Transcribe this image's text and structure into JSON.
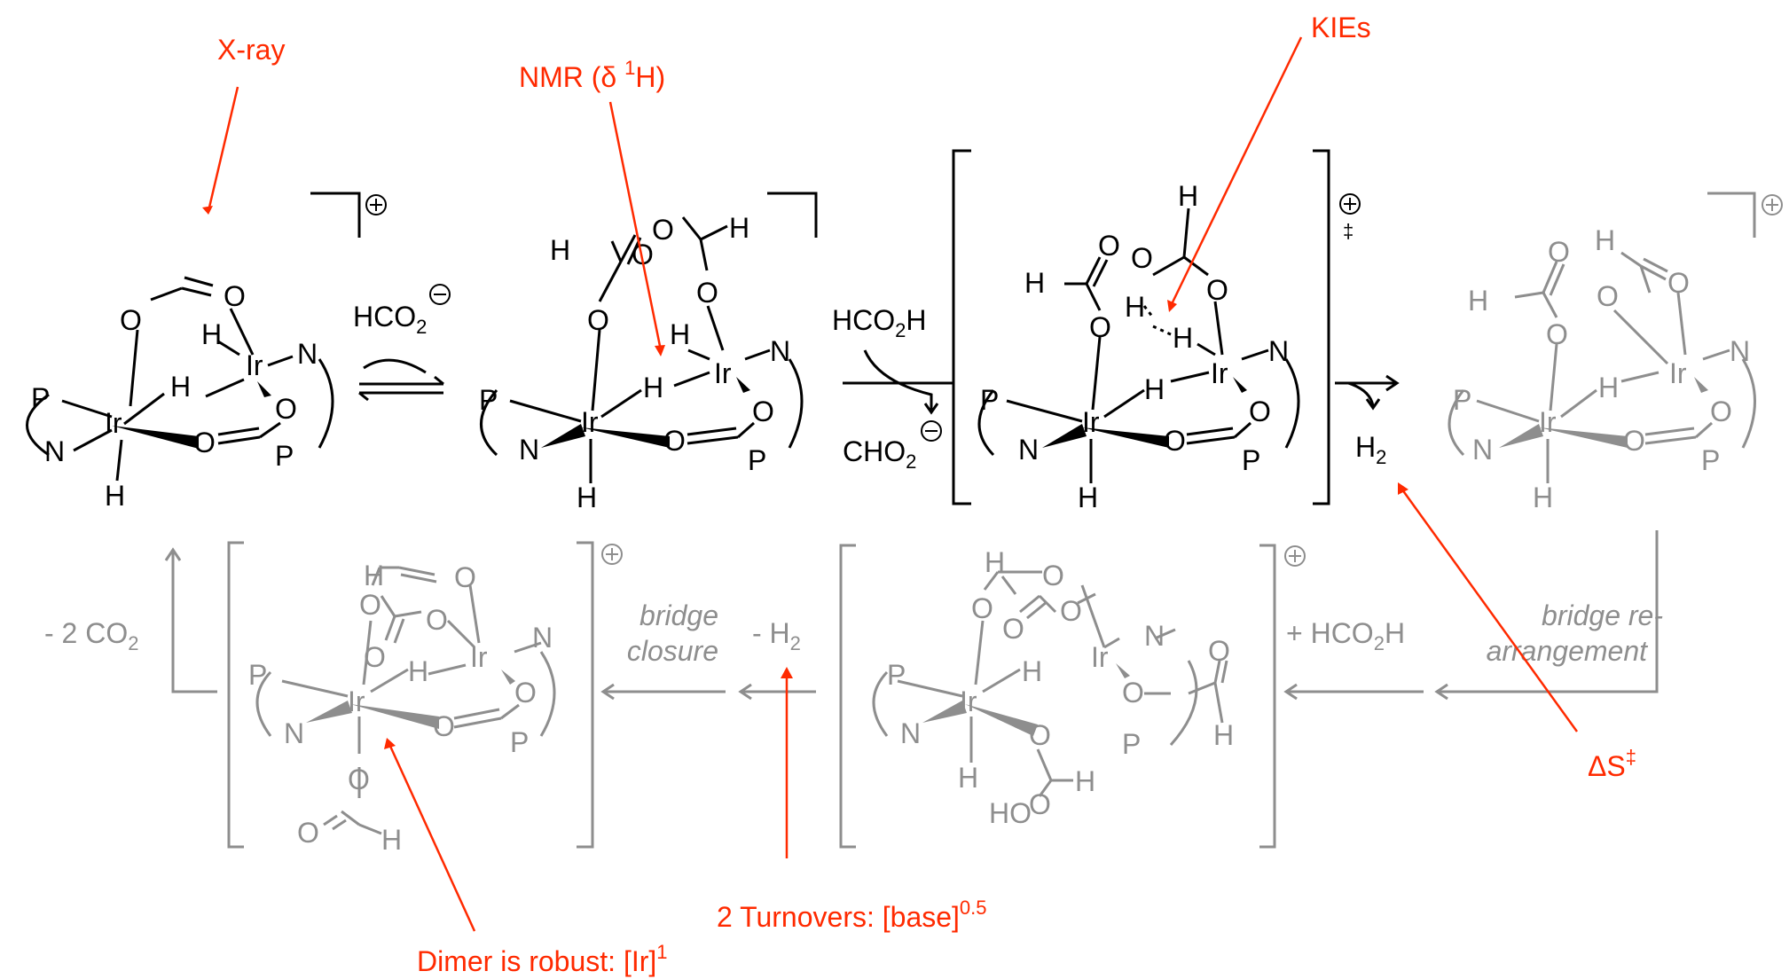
{
  "atoms": {
    "ir": "Ir",
    "p": "P",
    "n": "N",
    "o": "O",
    "h": "H",
    "ho": "HO",
    "plus": "+",
    "minus": "−",
    "dagger": "‡"
  },
  "reagents": {
    "formate": "HCO",
    "formate_sub": "2",
    "formic_acid": "HCO",
    "formic_acid_tail": "H",
    "formic_acid_sub": "2",
    "cho2": "CHO",
    "cho2_sub": "2",
    "h2": "H",
    "h2_sub": "2",
    "minus_2co2": "- 2 CO",
    "minus_2co2_sub": "2",
    "minus_h2": "- H",
    "minus_h2_sub": "2",
    "plus_formic_acid": "+ HCO",
    "plus_formic_acid_sub": "2",
    "plus_formic_acid_tail": "H"
  },
  "steps": {
    "bridge_closure_1": "bridge",
    "bridge_closure_2": "closure",
    "bridge_rearrangement_1": "bridge re-",
    "bridge_rearrangement_2": "arrangement"
  },
  "annotations": {
    "xray": "X-ray",
    "nmr": "NMR (δ ",
    "nmr_sup": "1",
    "nmr_tail": "H)",
    "kies": "KIEs",
    "entropy": "ΔS",
    "entropy_sup": "‡",
    "turnovers": "2 Turnovers: [base]",
    "turnovers_sup": "0.5",
    "dimer": "Dimer is robust: [Ir]",
    "dimer_sup": "1"
  },
  "colors": {
    "structure": "#000000",
    "faded": "#8e8e8e",
    "annotation": "#ff2a00"
  }
}
